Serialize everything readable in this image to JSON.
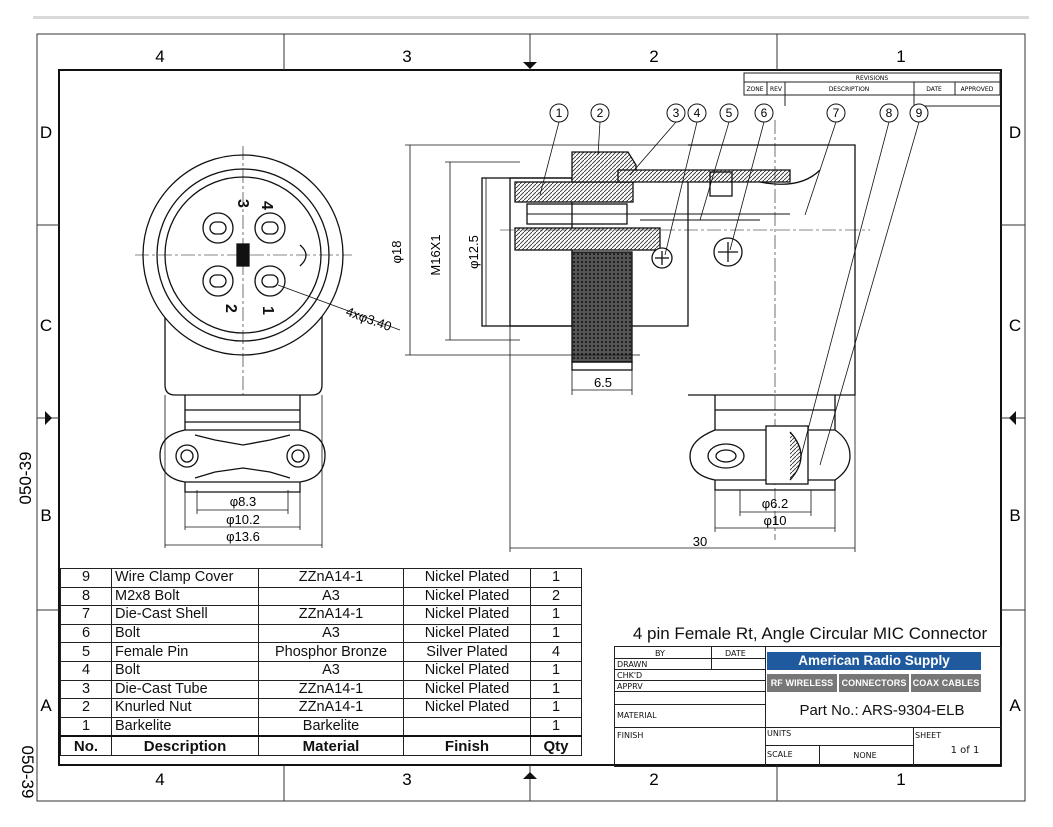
{
  "side_code": "050-39",
  "zones": {
    "columns": [
      "4",
      "3",
      "2",
      "1"
    ],
    "rows": [
      "D",
      "C",
      "B",
      "A"
    ]
  },
  "revisions": {
    "title": "REVISIONS",
    "headers": [
      "ZONE",
      "REV",
      "DESCRIPTION",
      "DATE",
      "APPROVED"
    ]
  },
  "balloons": [
    "1",
    "2",
    "3",
    "4",
    "5",
    "6",
    "7",
    "8",
    "9"
  ],
  "dimensions": {
    "pins": "4xφ3.40",
    "d18": "φ18",
    "thread": "M16X1",
    "d12_5": "φ12.5",
    "len6_5": "6.5",
    "d8_3": "φ8.3",
    "d10_2": "φ10.2",
    "d13_6": "φ13.6",
    "d6_2": "φ6.2",
    "d10": "φ10",
    "len30": "30"
  },
  "pin_numbers": [
    "1",
    "2",
    "3",
    "4"
  ],
  "bom": {
    "headers": [
      "No.",
      "Description",
      "Material",
      "Finish",
      "Qty"
    ],
    "rows": [
      [
        "9",
        "Wire Clamp Cover",
        "ZZnA14-1",
        "Nickel Plated",
        "1"
      ],
      [
        "8",
        "M2x8 Bolt",
        "A3",
        "Nickel Plated",
        "2"
      ],
      [
        "7",
        "Die-Cast Shell",
        "ZZnA14-1",
        "Nickel Plated",
        "1"
      ],
      [
        "6",
        "Bolt",
        "A3",
        "Nickel Plated",
        "1"
      ],
      [
        "5",
        "Female Pin",
        "Phosphor Bronze",
        "Silver Plated",
        "4"
      ],
      [
        "4",
        "Bolt",
        "A3",
        "Nickel Plated",
        "1"
      ],
      [
        "3",
        "Die-Cast Tube",
        "ZZnA14-1",
        "Nickel Plated",
        "1"
      ],
      [
        "2",
        "Knurled Nut",
        "ZZnA14-1",
        "Nickel Plated",
        "1"
      ],
      [
        "1",
        "Barkelite",
        "Barkelite",
        "",
        "1"
      ]
    ]
  },
  "title_block": {
    "title": "4 pin Female Rt, Angle Circular MIC Connector",
    "by": "BY",
    "date": "DATE",
    "drawn": "DRAWN",
    "chkd": "CHK'D",
    "apprv": "APPRV",
    "material": "MATERIAL",
    "finish": "FINISH",
    "units": "UNITS",
    "scale": "SCALE",
    "scale_value": "NONE",
    "sheet": "SHEET",
    "sheet_value": "1 of 1",
    "company": "American Radio Supply",
    "tags": [
      "RF WIRELESS",
      "CONNECTORS",
      "COAX CABLES"
    ],
    "part_no": "Part No.: ARS-9304-ELB"
  },
  "colors": {
    "brand_blue": "#1f5a9e",
    "tag_gray": "#777777"
  }
}
